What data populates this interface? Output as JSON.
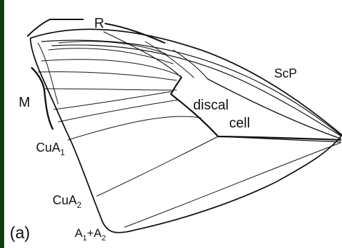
{
  "figure": {
    "panel_label": "(a)",
    "colors": {
      "background": "#0d3d0d",
      "panel": "#ffffff",
      "ink": "#111111"
    }
  },
  "labels": {
    "R": "R",
    "M": "M",
    "ScP": "ScP",
    "discal_line1": "discal",
    "discal_line2": "cell",
    "CuA1_base": "CuA",
    "CuA1_sub": "1",
    "CuA2_base": "CuA",
    "CuA2_sub": "2",
    "A_base1": "A",
    "A_sub1": "1",
    "A_plus": "+A",
    "A_sub2": "2"
  }
}
